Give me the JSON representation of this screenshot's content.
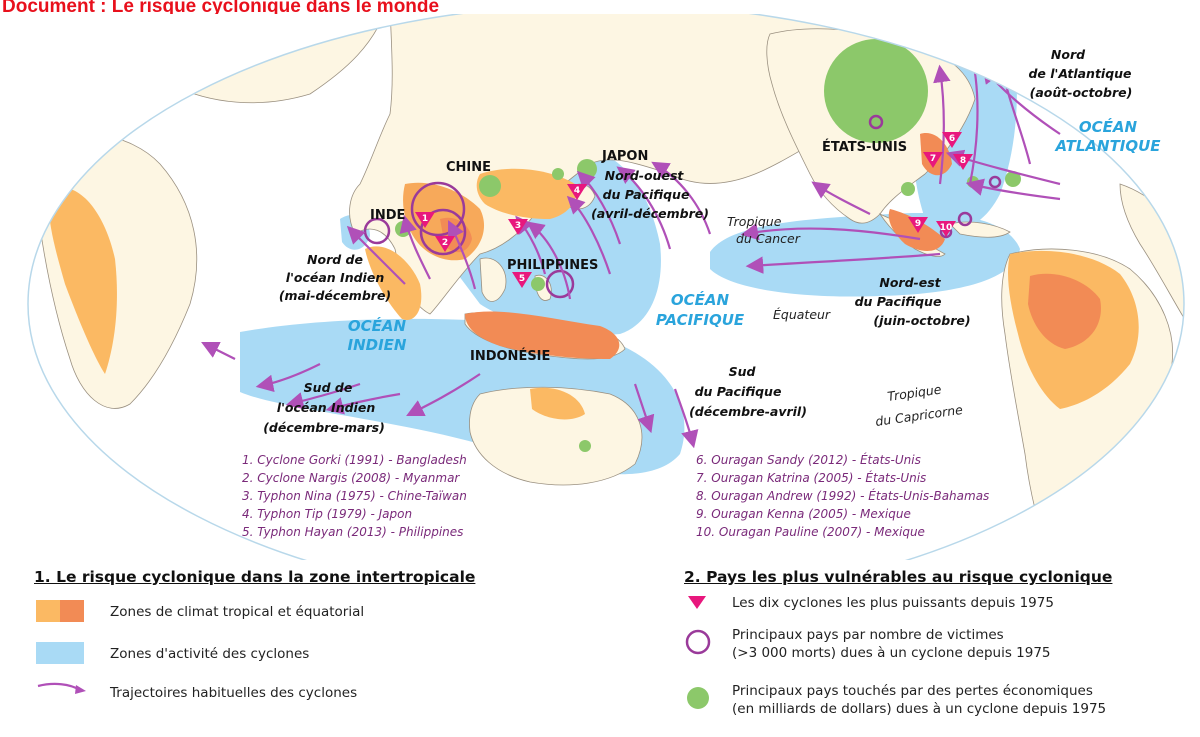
{
  "document_title": "Document : Le risque cyclonique dans le monde",
  "map": {
    "countries": {
      "inde": "INDE",
      "chine": "CHINE",
      "japon": "JAPON",
      "philippines": "PHILIPPINES",
      "indonesie": "INDONÉSIE",
      "etats_unis": "ÉTATS-UNIS"
    },
    "oceans": {
      "indien_1": "OCÉAN",
      "indien_2": "INDIEN",
      "pacifique_1": "OCÉAN",
      "pacifique_2": "PACIFIQUE",
      "atlantique_1": "OCÉAN",
      "atlantique_2": "ATLANTIQUE"
    },
    "lines": {
      "cancer_1": "Tropique",
      "cancer_2": "du Cancer",
      "equateur": "Équateur",
      "capricorne_1": "Tropique",
      "capricorne_2": "du Capricorne"
    },
    "zones": {
      "nord_indien": [
        "Nord de",
        "l'océan Indien",
        "(mai-décembre)"
      ],
      "nord_ouest_pacifique": [
        "Nord-ouest",
        "du Pacifique",
        "(avril-décembre)"
      ],
      "nord_atlantique": [
        "Nord",
        "de l'Atlantique",
        "(août-octobre)"
      ],
      "nord_est_pacifique": [
        "Nord-est",
        "du Pacifique",
        "(juin-octobre)"
      ],
      "sud_indien": [
        "Sud de",
        "l'océan Indien",
        "(décembre-mars)"
      ],
      "sud_pacifique": [
        "Sud",
        "du Pacifique",
        "(décembre-avril)"
      ]
    },
    "cyclones_left": [
      "1. Cyclone Gorki (1991) - Bangladesh",
      "2. Cyclone Nargis (2008) - Myanmar",
      "3. Typhon Nina (1975) - Chine-Taïwan",
      "4. Typhon Tip (1979) - Japon",
      "5. Typhon Hayan (2013) - Philippines"
    ],
    "cyclones_right": [
      "6. Ouragan Sandy (2012) - États-Unis",
      "7. Ouragan Katrina (2005) - États-Unis",
      "8. Ouragan Andrew (1992) - États-Unis-Bahamas",
      "9. Ouragan Kenna (2005) - Mexique",
      "10. Ouragan Pauline (2007) - Mexique"
    ],
    "marker_numbers": [
      "1",
      "2",
      "3",
      "4",
      "5",
      "6",
      "7",
      "8",
      "9",
      "10"
    ]
  },
  "legend": {
    "section1": {
      "title": "1. Le risque cyclonique dans la zone intertropicale",
      "tropical": "Zones de climat tropical et équatorial",
      "activity": "Zones d'activité des cyclones",
      "paths": "Trajectoires habituelles des cyclones"
    },
    "section2": {
      "title": "2. Pays les plus vulnérables au risque cyclonique",
      "powerful": "Les dix cyclones les plus puissants depuis 1975",
      "victims_1": "Principaux pays par nombre de victimes",
      "victims_2": "(>3 000 morts) dues à un cyclone depuis 1975",
      "losses_1": "Principaux pays touchés par des pertes économiques",
      "losses_2": "(en milliards de dollars) dues à un cyclone depuis 1975"
    }
  },
  "colors": {
    "title": "#e8101c",
    "ocean": "#ffffff",
    "cyclone_zone": "#a9daf5",
    "land": "#fdf6e3",
    "tropical_light": "#fbb963",
    "tropical_dark": "#f28b55",
    "path": "#b050b8",
    "marker": "#e8177d",
    "victims_circle": "#9a3a9a",
    "economic_loss": "#8cc86a",
    "ocean_label": "#2aa4dc",
    "zone_text": "#111111",
    "cyclone_list_text": "#7a2a7a"
  }
}
